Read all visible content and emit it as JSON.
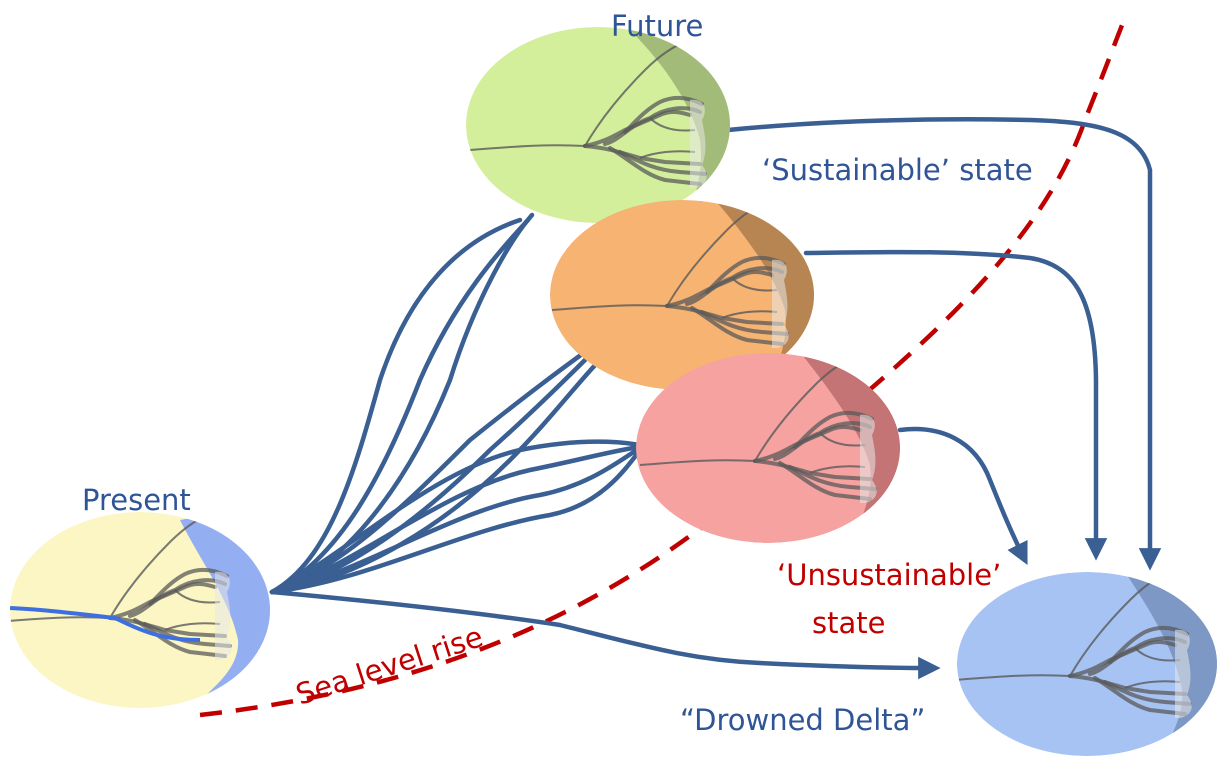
{
  "labels": {
    "present": "Present",
    "future": "Future",
    "sustainable": "‘Sustainable’ state",
    "unsustainable_line1": "‘Unsustainable’",
    "unsustainable_line2": "state",
    "sea_level": "Sea level rise",
    "drowned": "“Drowned Delta”"
  },
  "colors": {
    "present_land": "#fbf6c4",
    "present_sea": "#94aef2",
    "present_channel": "#3d6fe0",
    "future_land": "#d3ef9c",
    "future_sea": "#a3bb78",
    "orange_land": "#f6b372",
    "orange_sea": "#b68552",
    "red_land": "#f5a2a0",
    "red_sea": "#c47475",
    "drowned_land": "#a7c3f3",
    "drowned_sea": "#7d98c5",
    "path_blue": "#3a5f93",
    "text_blue": "#2f5597",
    "sea_rise_red": "#c00000"
  }
}
